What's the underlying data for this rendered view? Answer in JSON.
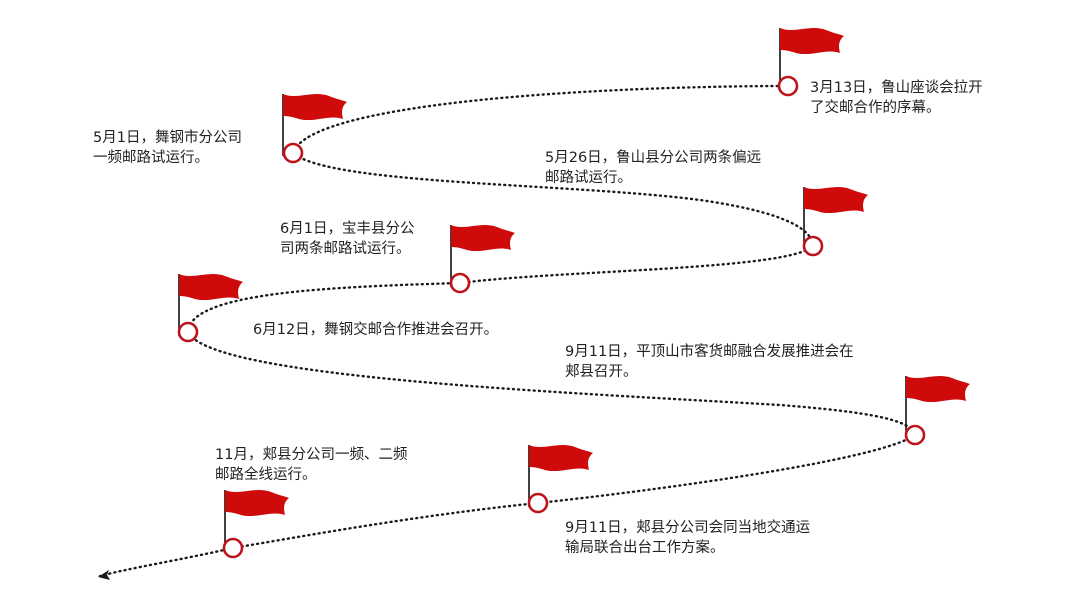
{
  "colors": {
    "flag": "#cf0a0a",
    "marker_ring": "#c0121a",
    "path": "#1a1a1a",
    "text": "#222222"
  },
  "events": [
    {
      "id": "ev-3-13",
      "lines": [
        "3月13日，鲁山座谈会拉开",
        "了交邮合作的序幕。"
      ]
    },
    {
      "id": "ev-5-1",
      "lines": [
        "5月1日，舞钢市分公司",
        "一频邮路试运行。"
      ]
    },
    {
      "id": "ev-5-26",
      "lines": [
        "5月26日，鲁山县分公司两条偏远",
        "邮路试运行。"
      ]
    },
    {
      "id": "ev-6-1",
      "lines": [
        "6月1日，宝丰县分公",
        "司两条邮路试运行。"
      ]
    },
    {
      "id": "ev-6-12",
      "lines": [
        "6月12日，舞钢交邮合作推进会召开。"
      ]
    },
    {
      "id": "ev-9-11-a",
      "lines": [
        "9月11日，平顶山市客货邮融合发展推进会在",
        "郏县召开。"
      ]
    },
    {
      "id": "ev-11",
      "lines": [
        "11月，郏县分公司一频、二频",
        "邮路全线运行。"
      ]
    },
    {
      "id": "ev-9-11-b",
      "lines": [
        "9月11日，郏县分公司会同当地交通运",
        "输局联合出台工作方案。"
      ]
    }
  ],
  "markers": [
    {
      "id": "m-3-13",
      "icon": "red-flag-icon"
    },
    {
      "id": "m-5-1",
      "icon": "red-flag-icon"
    },
    {
      "id": "m-5-26",
      "icon": "red-flag-icon"
    },
    {
      "id": "m-6-1",
      "icon": "red-flag-icon"
    },
    {
      "id": "m-6-12",
      "icon": "red-flag-icon"
    },
    {
      "id": "m-9-11-a",
      "icon": "red-flag-icon"
    },
    {
      "id": "m-9-11-b",
      "icon": "red-flag-icon"
    },
    {
      "id": "m-11",
      "icon": "red-flag-icon"
    }
  ],
  "path_end_icon": "arrow-head-icon"
}
